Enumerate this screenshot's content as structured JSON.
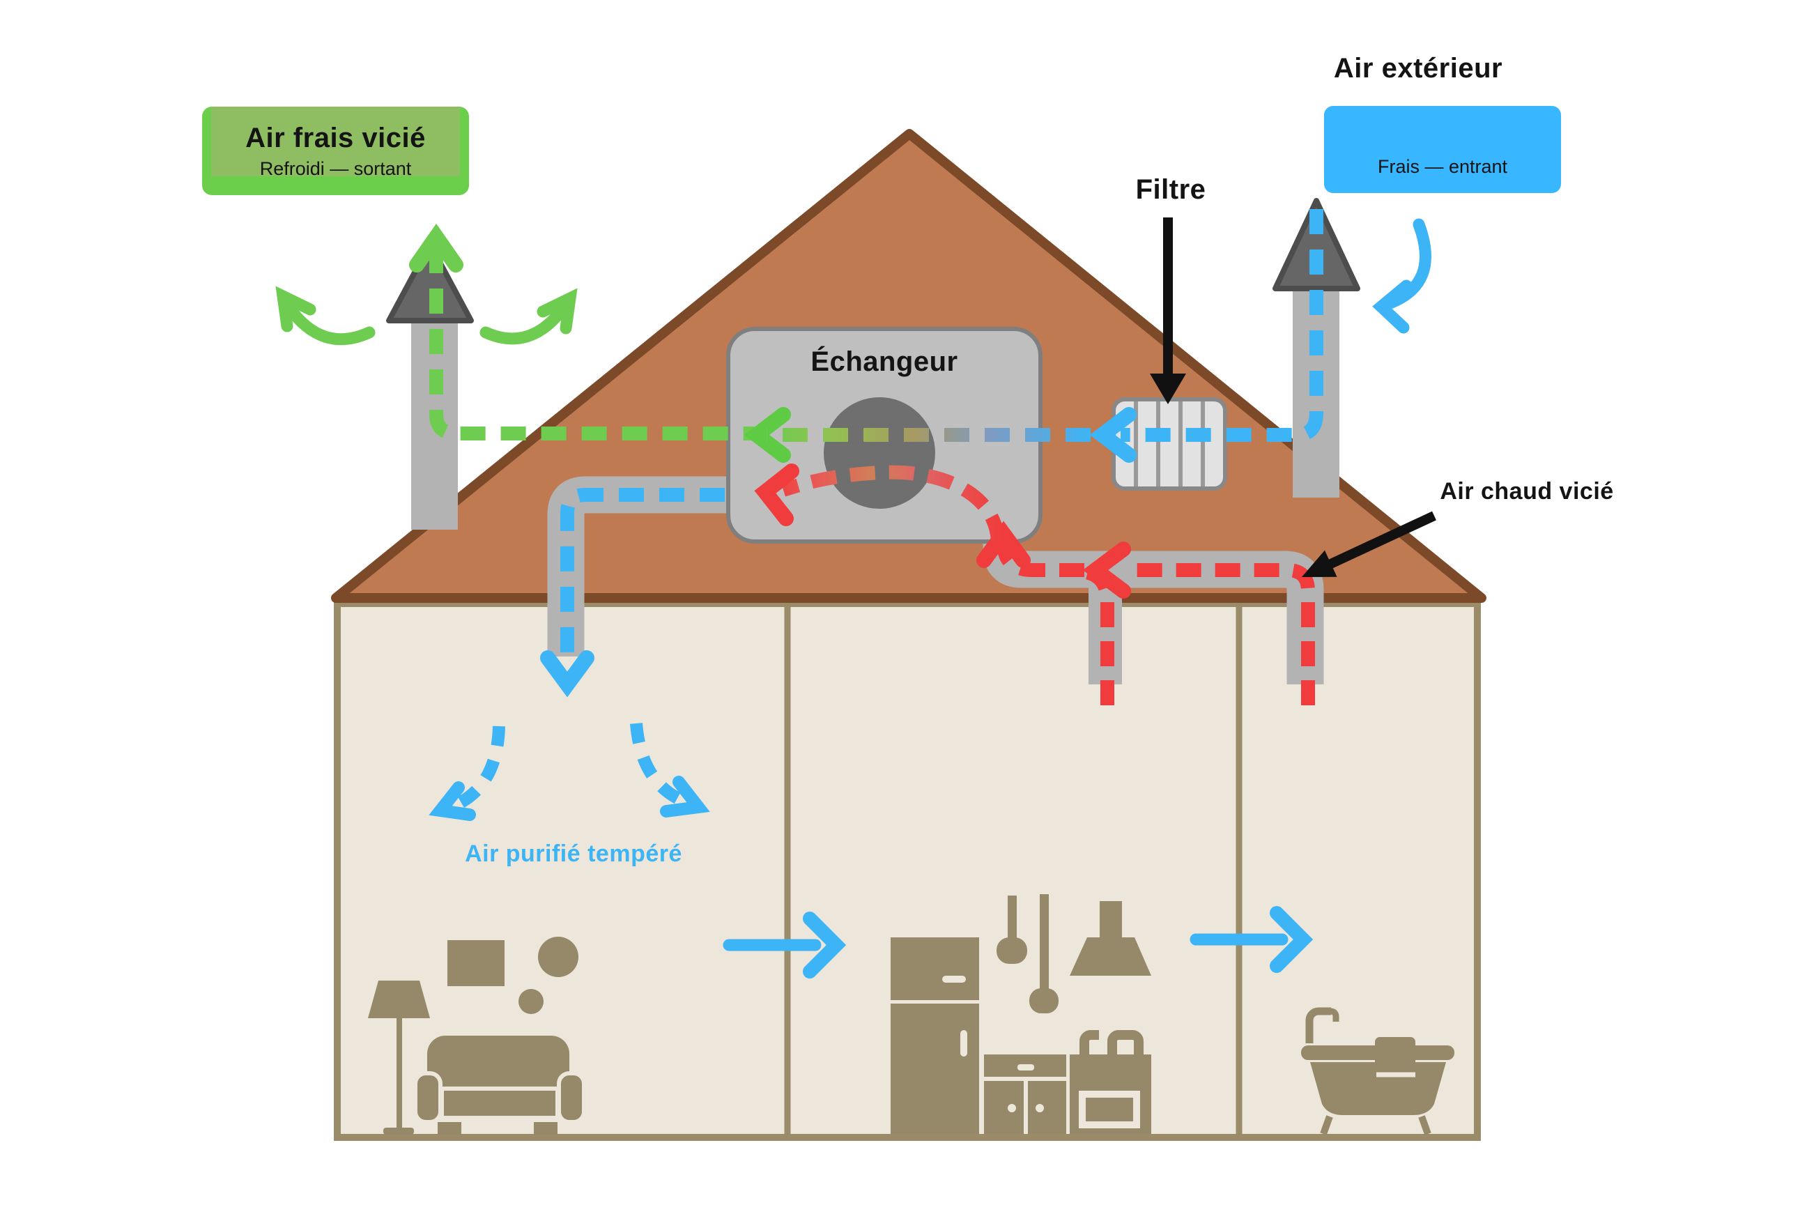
{
  "diagram": {
    "exhaust_box": {
      "title": "Air frais vicié",
      "subtitle": "Refroidi — sortant"
    },
    "outdoor_air": {
      "title": "Air extérieur",
      "box_label": "Frais — entrant"
    },
    "filter": {
      "label": "Filtre"
    },
    "exchanger": {
      "label": "Échangeur"
    },
    "stale_air": {
      "label": "Air chaud vicié"
    },
    "supply_air": {
      "label": "Air purifié tempéré"
    }
  },
  "colors": {
    "fresh_blue": "#38B6FF",
    "exhaust_green": "#6ECD50",
    "stale_red": "#F03C3C",
    "roof_fill": "#BF7A52",
    "roof_border": "#7C4A28",
    "wall_fill": "#EDE7DB",
    "wall_border": "#9A8C69",
    "duct_gray": "#B3B3B3",
    "vent_cap_gray": "#666666",
    "exchanger_fill": "#BFBFBF",
    "furniture_tan": "#96896A",
    "text_black": "#141414"
  },
  "icon_glyphs": {
    "roof-vent-icon": "triangle-capped gray shaft",
    "filter-icon": "rounded box with vertical slats",
    "heat-exchanger-icon": "rounded box with dark rotor circle",
    "sofa-icon": "css/svg silhouette",
    "floor-lamp-icon": "css/svg silhouette",
    "wall-art-icon": "rectangle + circles",
    "fridge-icon": "css/svg silhouette",
    "range-hood-icon": "css/svg silhouette",
    "stove-icon": "css/svg silhouette",
    "kitchen-counter-icon": "css/svg silhouette",
    "bathtub-icon": "css/svg silhouette"
  }
}
